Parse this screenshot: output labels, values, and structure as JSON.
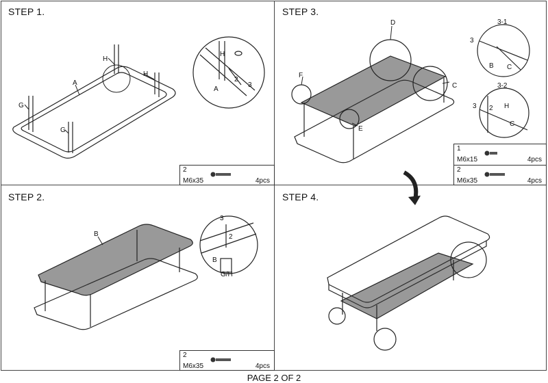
{
  "steps": {
    "step1": {
      "title": "STEP 1.",
      "labels": {
        "H1": "H",
        "H2": "H",
        "A": "A",
        "G1": "G",
        "G2": "G",
        "detail_H": "H",
        "detail_A": "A",
        "detail_2": "2",
        "detail_3": "3"
      },
      "parts": [
        {
          "num": "2",
          "code": "M6x35",
          "qty": "4pcs"
        }
      ]
    },
    "step2": {
      "title": "STEP 2.",
      "labels": {
        "B": "B",
        "detail_3": "3",
        "detail_2": "2",
        "detail_B": "B",
        "detail_GH": "G/H"
      },
      "parts": [
        {
          "num": "2",
          "code": "M6x35",
          "qty": "4pcs"
        }
      ]
    },
    "step3": {
      "title": "STEP 3.",
      "labels": {
        "D": "D",
        "F": "F",
        "C": "C",
        "E": "E",
        "d31": "3-1",
        "d31_3": "3",
        "d31_B": "B",
        "d31_C": "C",
        "d32": "3-2",
        "d32_3": "3",
        "d32_2": "2",
        "d32_H": "H",
        "d32_C": "C"
      },
      "parts": [
        {
          "num": "1",
          "code": "M6x15",
          "qty": "4pcs"
        },
        {
          "num": "2",
          "code": "M6x35",
          "qty": "4pcs"
        }
      ]
    },
    "step4": {
      "title": "STEP 4."
    }
  },
  "footer": "PAGE 2 OF  2",
  "icons": {
    "arrow": "curved-down-arrow-icon",
    "bolt": "bolt-icon"
  }
}
